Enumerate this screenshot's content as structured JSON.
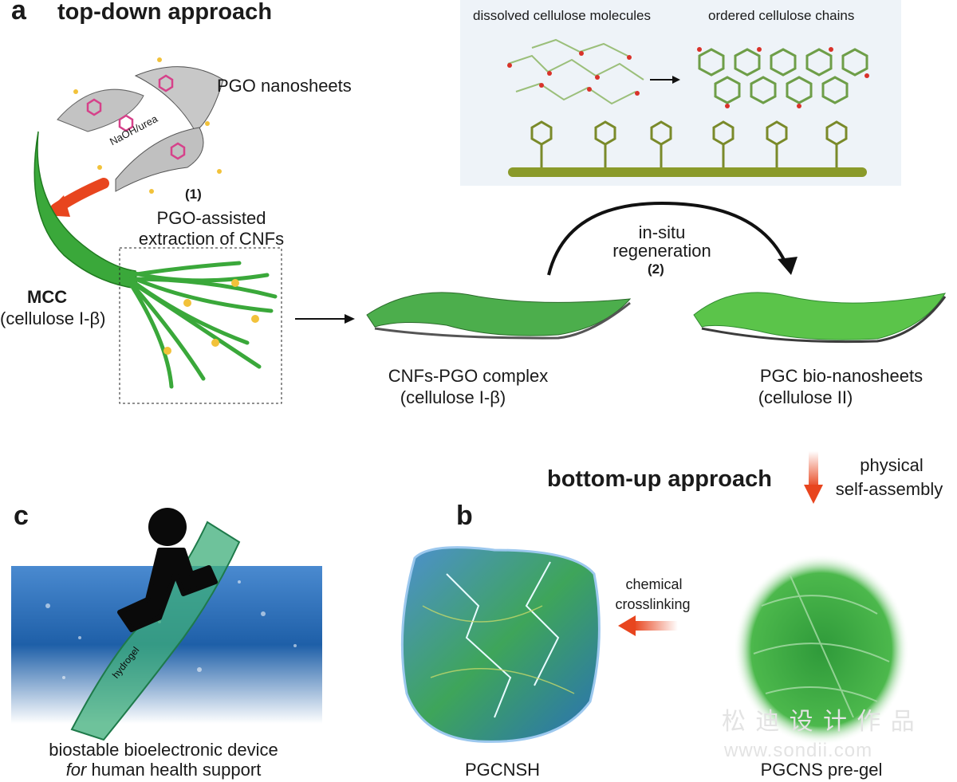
{
  "panel_a": {
    "letter": "a",
    "title": "top-down approach",
    "pgo_nanosheets": "PGO nanosheets",
    "naoh_urea": "NaOH/urea",
    "step1": "(1)",
    "pgo_assisted_line1": "PGO-assisted",
    "pgo_assisted_line2": "extraction of CNFs",
    "mcc_title": "MCC",
    "mcc_sub": "(cellulose I-β)",
    "inset_left": "dissolved cellulose molecules",
    "inset_right": "ordered cellulose chains",
    "insitu_line1": "in-situ",
    "insitu_line2": "regeneration",
    "step2": "(2)",
    "complex_line1": "CNFs-PGO complex",
    "complex_line2": "(cellulose I-β)",
    "pgc_line1": "PGC bio-nanosheets",
    "pgc_line2": "(cellulose II)"
  },
  "panel_b": {
    "letter": "b",
    "approach": "bottom-up approach",
    "physical_line1": "physical",
    "physical_line2": "self-assembly",
    "chemical_line1": "chemical",
    "chemical_line2": "crosslinking",
    "pgcnsh": "PGCNSH",
    "pregel": "PGCNS pre-gel"
  },
  "panel_c": {
    "letter": "c",
    "hydrogel": "hydrogel",
    "caption_line1": "biostable bioelectronic device",
    "caption_for": "for",
    "caption_rest": " human health support"
  },
  "watermark": {
    "cn": "松 迪 设 计 作 品",
    "url": "www.sondii.com"
  },
  "colors": {
    "green": "#3aa83a",
    "dark_green": "#1f7a1f",
    "water_blue": "#1e5fa8",
    "red_arrow": "#e8451e",
    "inset_bg": "#eef3f8"
  }
}
